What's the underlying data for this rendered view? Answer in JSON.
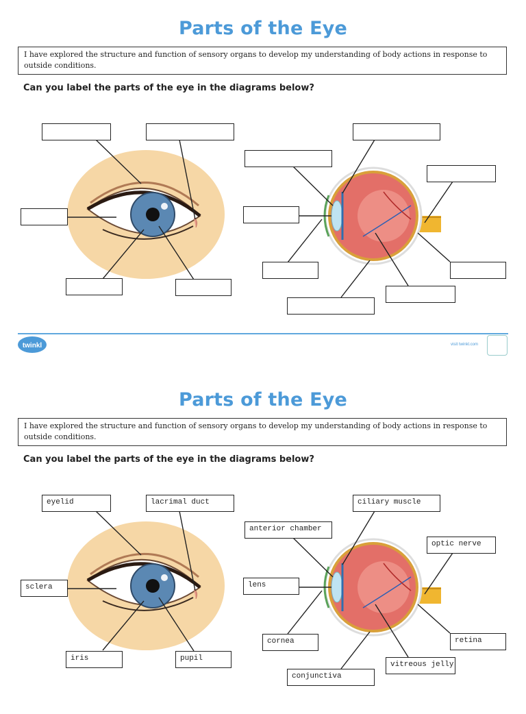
{
  "sheet1": {
    "title": "Parts of the Eye",
    "objective": "I have explored the structure and function of sensory organs to develop my understanding of body actions in response to outside conditions.",
    "question": "Can you label the parts of the eye in the diagrams below?",
    "front_labels": [
      "",
      "",
      "",
      "",
      ""
    ],
    "side_labels": [
      "",
      "",
      "",
      "",
      "",
      "",
      "",
      ""
    ]
  },
  "sheet2": {
    "title": "Parts of the Eye",
    "objective": "I have explored the structure and function of sensory organs to develop my understanding of body actions in response to outside conditions.",
    "question": "Can you label the parts of the eye in the diagrams below?",
    "front_labels": [
      "eyelid",
      "lacrimal duct",
      "sclera",
      "iris",
      "pupil"
    ],
    "side_labels": [
      "ciliary muscle",
      "anterior chamber",
      "optic nerve",
      "lens",
      "cornea",
      "retina",
      "vitreous jelly",
      "conjunctiva"
    ]
  },
  "footer": {
    "logo_text": "twinkl",
    "visit_text": "visit twinkl.com",
    "brand_color": "#4c9ad8"
  }
}
